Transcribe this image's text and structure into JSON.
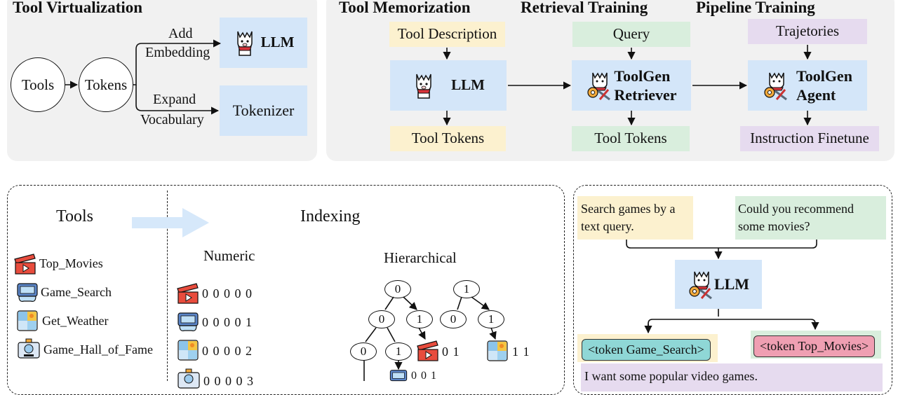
{
  "virtualization": {
    "title": "Tool Virtualization",
    "tools": "Tools",
    "tokens": "Tokens",
    "add": "Add",
    "embedding": "Embedding",
    "expand": "Expand",
    "vocabulary": "Vocabulary",
    "llm": "LLM",
    "tokenizer": "Tokenizer"
  },
  "memorization": {
    "title": "Tool Memorization",
    "input": "Tool Description",
    "model": "LLM",
    "output": "Tool Tokens"
  },
  "retrieval": {
    "title": "Retrieval Training",
    "input": "Query",
    "model_line1": "ToolGen",
    "model_line2": "Retriever",
    "output": "Tool Tokens"
  },
  "pipeline": {
    "title": "Pipeline Training",
    "input": "Trajetories",
    "model_line1": "ToolGen",
    "model_line2": "Agent",
    "output": "Instruction Finetune"
  },
  "indexing_panel": {
    "tools_header": "Tools",
    "indexing_header": "Indexing",
    "numeric_header": "Numeric",
    "hierarchical_header": "Hierarchical",
    "tools": [
      "Top_Movies",
      "Game_Search",
      "Get_Weather",
      "Game_Hall_of_Fame"
    ],
    "numeric_codes": [
      "0 0 0 0 0",
      "0 0 0 0 1",
      "0 0 0 0 2",
      "0 0 0 0 3"
    ],
    "tree_nodes": {
      "root_a": "0",
      "root_b": "1",
      "a_left": "0",
      "a_right": "1",
      "b_left": "0",
      "b_right": "1",
      "aa_left": "0",
      "aa_right": "1"
    },
    "leaf_labels": {
      "movies": "0 1",
      "weather": "1 1",
      "game": "0 0 1"
    }
  },
  "inference_panel": {
    "query1": "Search games by a text query.",
    "query2": "Could you recommend some movies?",
    "model": "LLM",
    "token1": "<token Game_Search>",
    "token2": "<token Top_Movies>",
    "response": "I want some popular video games."
  },
  "colors": {
    "blue_box": "#d4e6f9",
    "yellow_box": "#fcf1cf",
    "green_box": "#d9eedd",
    "purple_box": "#e6dbef",
    "panel_gray": "#f1f1f1",
    "token_cyan": "#8fd7d6",
    "token_pink": "#ef9fb2"
  }
}
